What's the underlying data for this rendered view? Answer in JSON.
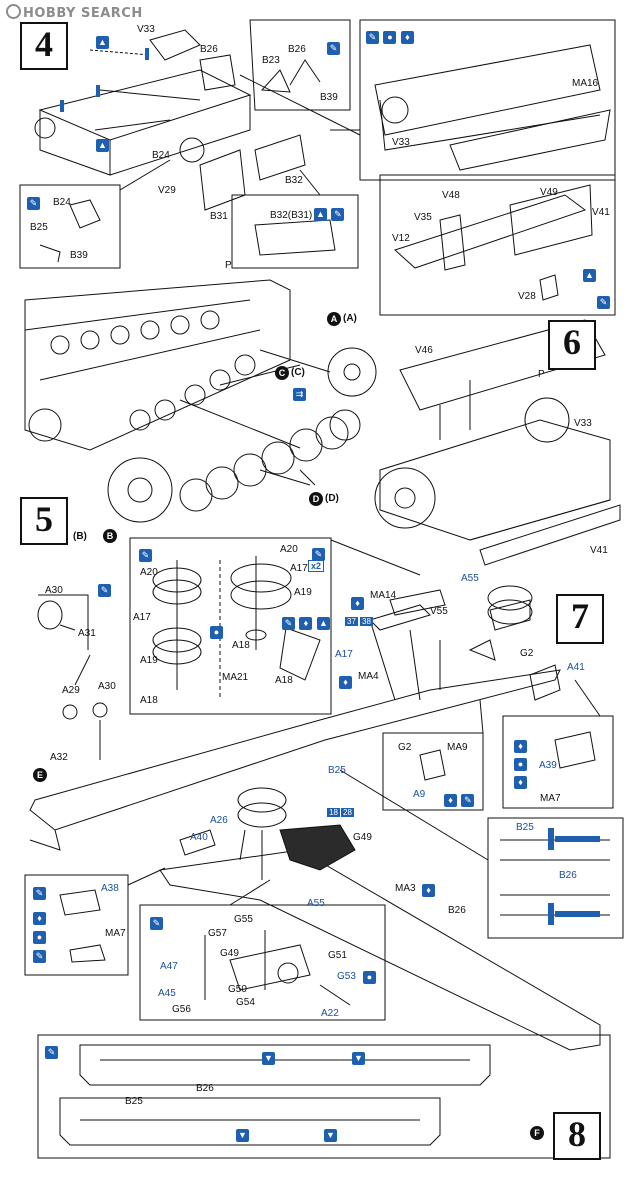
{
  "watermark": "HOBBY SEARCH",
  "steps": [
    "4",
    "5",
    "6",
    "7",
    "8"
  ],
  "step4": {
    "labels": [
      "V33",
      "B26",
      "B23",
      "B26",
      "B39",
      "B24",
      "V29",
      "B31",
      "B32",
      "B24",
      "B25",
      "B39",
      "B32(B31)",
      "MA16",
      "V33"
    ]
  },
  "step5": {
    "labels": [
      "P",
      "A",
      "(A)",
      "C",
      "(C)",
      "D",
      "(D)",
      "(B)",
      "B"
    ]
  },
  "step6": {
    "labels": [
      "V48",
      "V49",
      "V35",
      "V41",
      "V12",
      "V28",
      "V46",
      "P",
      "V33",
      "V41"
    ]
  },
  "step7": {
    "labels": [
      "A20",
      "A20",
      "A17",
      "A17",
      "A19",
      "A19",
      "A18",
      "A18",
      "MA21",
      "A18",
      "A30",
      "A31",
      "A29",
      "A30",
      "A32",
      "MA14",
      "V55",
      "A55",
      "A17",
      "G2",
      "A41",
      "MA4",
      "B25",
      "G2",
      "MA9",
      "A9",
      "A39",
      "MA7",
      "E",
      "x2",
      "37",
      "38"
    ]
  },
  "step8_block": {
    "labels": [
      "A26",
      "A40",
      "G49",
      "A55",
      "MA3",
      "B26",
      "A38",
      "MA7",
      "G55",
      "G57",
      "G49",
      "G51",
      "A47",
      "A45",
      "G50",
      "G53",
      "G54",
      "G56",
      "A22",
      "B25",
      "B26",
      "18",
      "28"
    ]
  },
  "step8": {
    "labels": [
      "B26",
      "B25",
      "F"
    ]
  },
  "colors": {
    "accent_blue": "#1f5fb0",
    "line": "#111111",
    "watermark": "#8c8c8c"
  }
}
